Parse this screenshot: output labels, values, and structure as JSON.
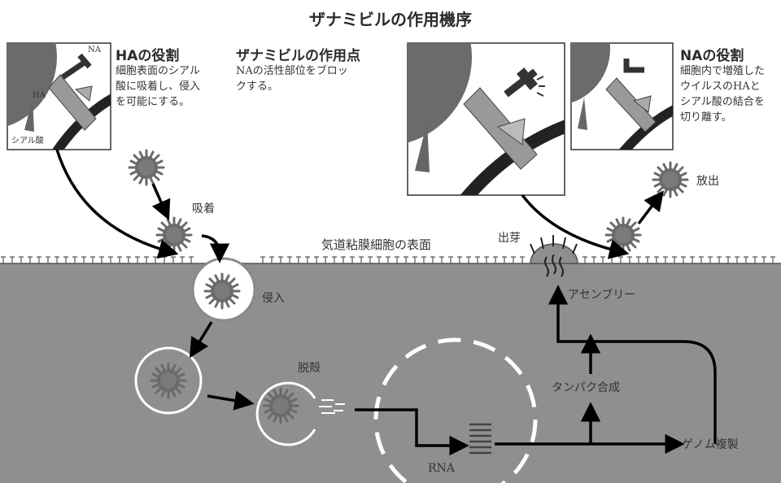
{
  "title": "ザナミビルの作用機序",
  "ha_role": {
    "heading": "HAの役割",
    "text": "細胞表面のシアル\n酸に吸着し、侵入\nを可能にする。",
    "inset_labels": {
      "na": "NA",
      "ha": "HA",
      "sialic": "シアル酸"
    }
  },
  "zanamivir": {
    "heading": "ザナミビルの作用点",
    "text": "NAの活性部位をブロッ\nクする。"
  },
  "na_role": {
    "heading": "NAの役割",
    "text": "細胞内で増殖した\nウイルスのHAと\nシアル酸の結合を\n切り離す。"
  },
  "labels": {
    "surface": "気道粘膜細胞の表面",
    "adsorption": "吸着",
    "entry": "侵入",
    "uncoating": "脱殻",
    "rna": "RNA",
    "assembly": "アセンブリー",
    "protein": "タンパク合成",
    "genome": "ゲノム複製",
    "budding": "出芽",
    "release": "放出"
  }
}
